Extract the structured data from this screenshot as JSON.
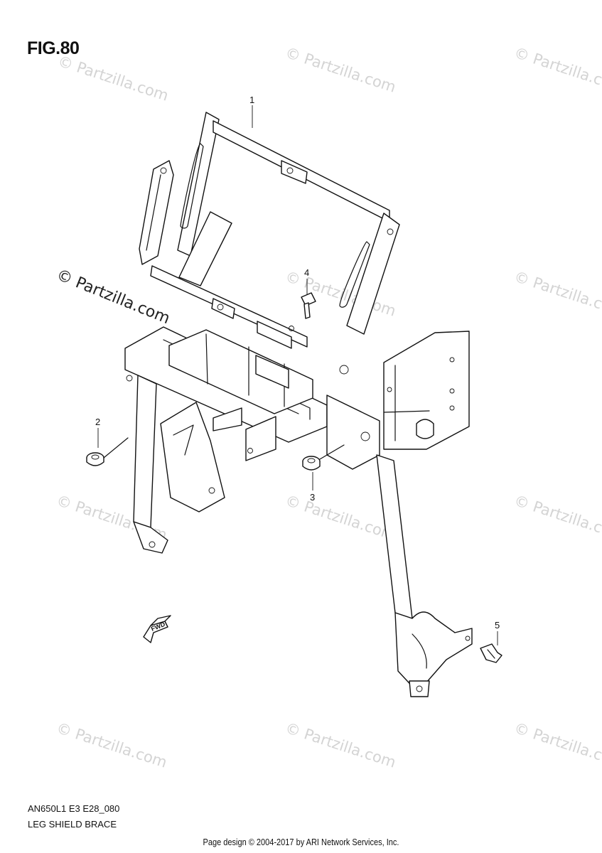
{
  "figure": {
    "title": "FIG.80",
    "model_code": "AN650L1 E3 E28_080",
    "diagram_name": "LEG SHIELD BRACE",
    "footer": "Page design © 2004-2017 by ARI Network Services, Inc."
  },
  "callouts": [
    {
      "number": "1"
    },
    {
      "number": "2"
    },
    {
      "number": "3"
    },
    {
      "number": "4"
    },
    {
      "number": "5"
    }
  ],
  "forward_arrow_label": "FWD",
  "watermarks": {
    "primary": "© Partzilla.com",
    "repeated": "© Partzilla.com"
  }
}
